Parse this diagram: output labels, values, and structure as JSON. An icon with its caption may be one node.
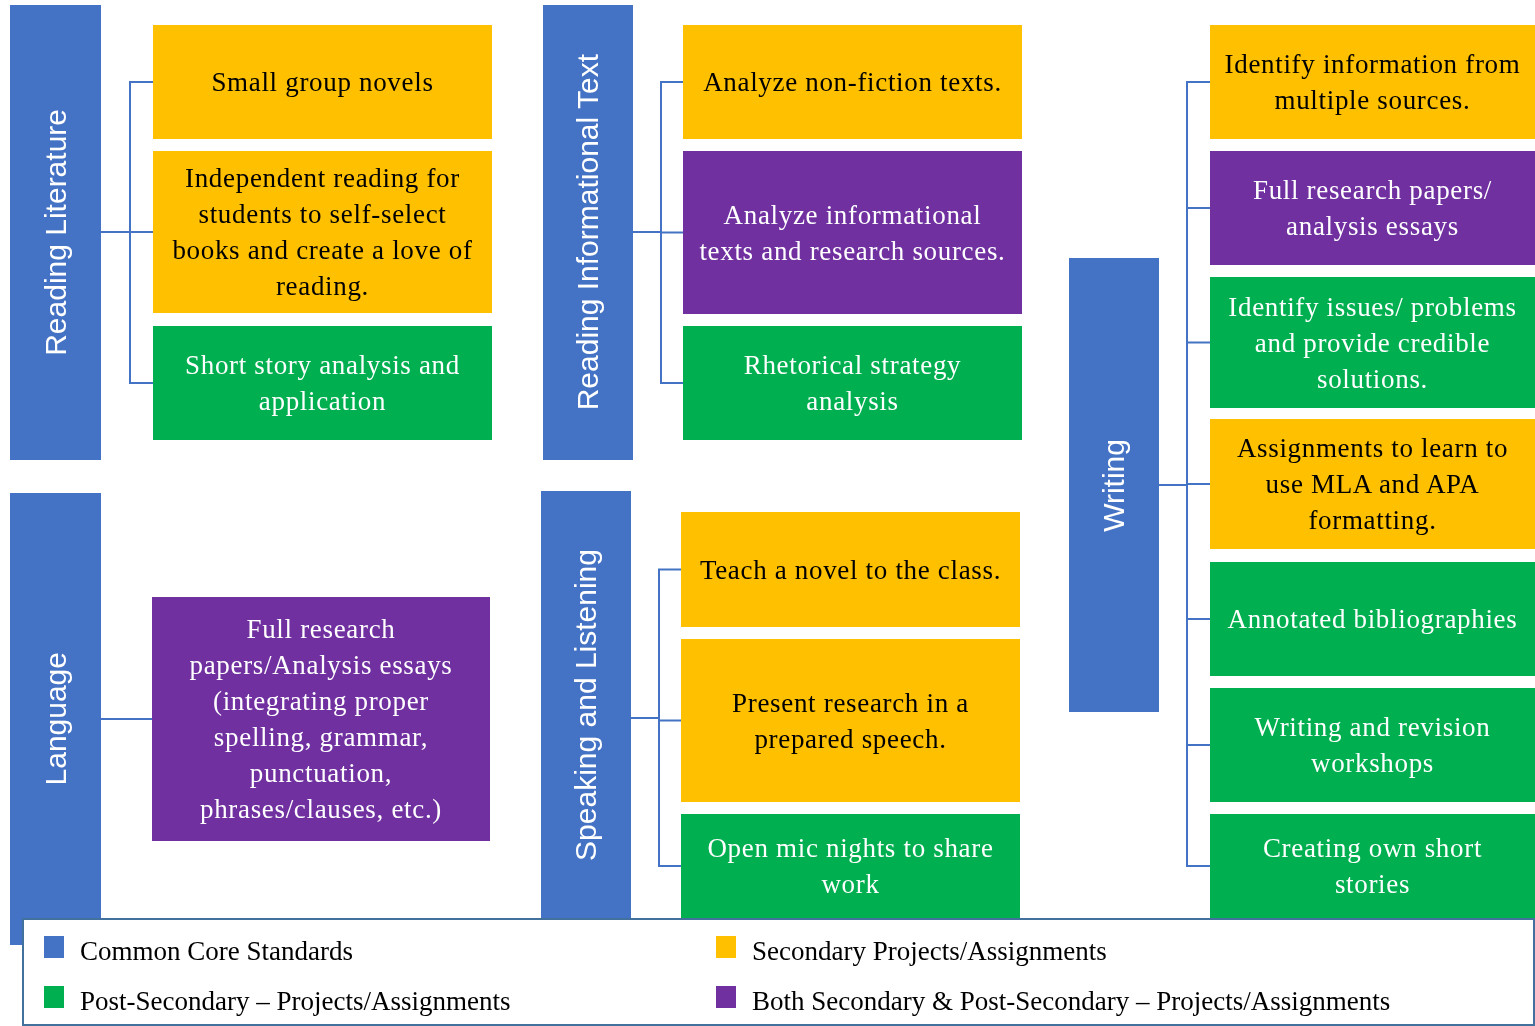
{
  "diagram": {
    "nodes": [
      {
        "text": [
          "Reading Literature"
        ]
      },
      {
        "text": [
          "Small group novels"
        ]
      },
      {
        "text": [
          "Independent reading for students to self-select books and create a love of reading."
        ]
      },
      {
        "text": [
          "Short story analysis and application"
        ]
      },
      {
        "text": [
          "Reading Informational Text"
        ]
      },
      {
        "text": [
          "Analyze non-fiction texts."
        ]
      },
      {
        "text": [
          "Analyze informational texts and research sources."
        ]
      },
      {
        "text": [
          "Rhetorical strategy analysis"
        ]
      },
      {
        "text": [
          "Writing"
        ]
      },
      {
        "text": [
          "Identify information from multiple sources."
        ]
      },
      {
        "text": [
          "Full research papers/ analysis essays"
        ]
      },
      {
        "text": [
          "Identify issues/ problems and provide credible solutions."
        ]
      },
      {
        "text": [
          "Assignments to learn to use MLA and APA formatting."
        ]
      },
      {
        "text": [
          "Annotated bibliographies"
        ]
      },
      {
        "text": [
          "Writing and revision workshops"
        ]
      },
      {
        "text": [
          "Creating own short stories"
        ]
      },
      {
        "text": [
          "Language"
        ]
      },
      {
        "text": [
          "Full research papers/Analysis essays (integrating proper spelling, grammar, punctuation, phrases/clauses, etc.)"
        ]
      },
      {
        "text": [
          "Speaking and Listening"
        ]
      },
      {
        "text": [
          "Teach a novel to the class."
        ]
      },
      {
        "text": [
          "Present research in a prepared speech."
        ]
      },
      {
        "text": [
          "Open mic nights to share work"
        ]
      }
    ],
    "edges": [
      {
        "from": 0,
        "to": 1,
        "arrow": "none"
      },
      {
        "from": 0,
        "to": 2,
        "arrow": "none"
      },
      {
        "from": 0,
        "to": 3,
        "arrow": "none"
      },
      {
        "from": 4,
        "to": 5,
        "arrow": "none"
      },
      {
        "from": 4,
        "to": 6,
        "arrow": "none"
      },
      {
        "from": 4,
        "to": 7,
        "arrow": "none"
      },
      {
        "from": 8,
        "to": 9,
        "arrow": "none"
      },
      {
        "from": 8,
        "to": 10,
        "arrow": "none"
      },
      {
        "from": 8,
        "to": 11,
        "arrow": "none"
      },
      {
        "from": 8,
        "to": 12,
        "arrow": "none"
      },
      {
        "from": 8,
        "to": 13,
        "arrow": "none"
      },
      {
        "from": 8,
        "to": 14,
        "arrow": "none"
      },
      {
        "from": 8,
        "to": 15,
        "arrow": "none"
      },
      {
        "from": 16,
        "to": 17,
        "arrow": "none"
      },
      {
        "from": 18,
        "to": 19,
        "arrow": "none"
      },
      {
        "from": 18,
        "to": 20,
        "arrow": "none"
      },
      {
        "from": 18,
        "to": 21,
        "arrow": "none"
      }
    ],
    "legend": [
      {
        "text": "Common Core Standards",
        "color": "#4472c4"
      },
      {
        "text": "Secondary Projects/Assignments",
        "color": "#ffc000"
      },
      {
        "text": "Post-Secondary – Projects/Assignments",
        "color": "#00b050"
      },
      {
        "text": "Both Secondary & Post-Secondary – Projects/Assignments",
        "color": "#7030a0"
      }
    ]
  }
}
